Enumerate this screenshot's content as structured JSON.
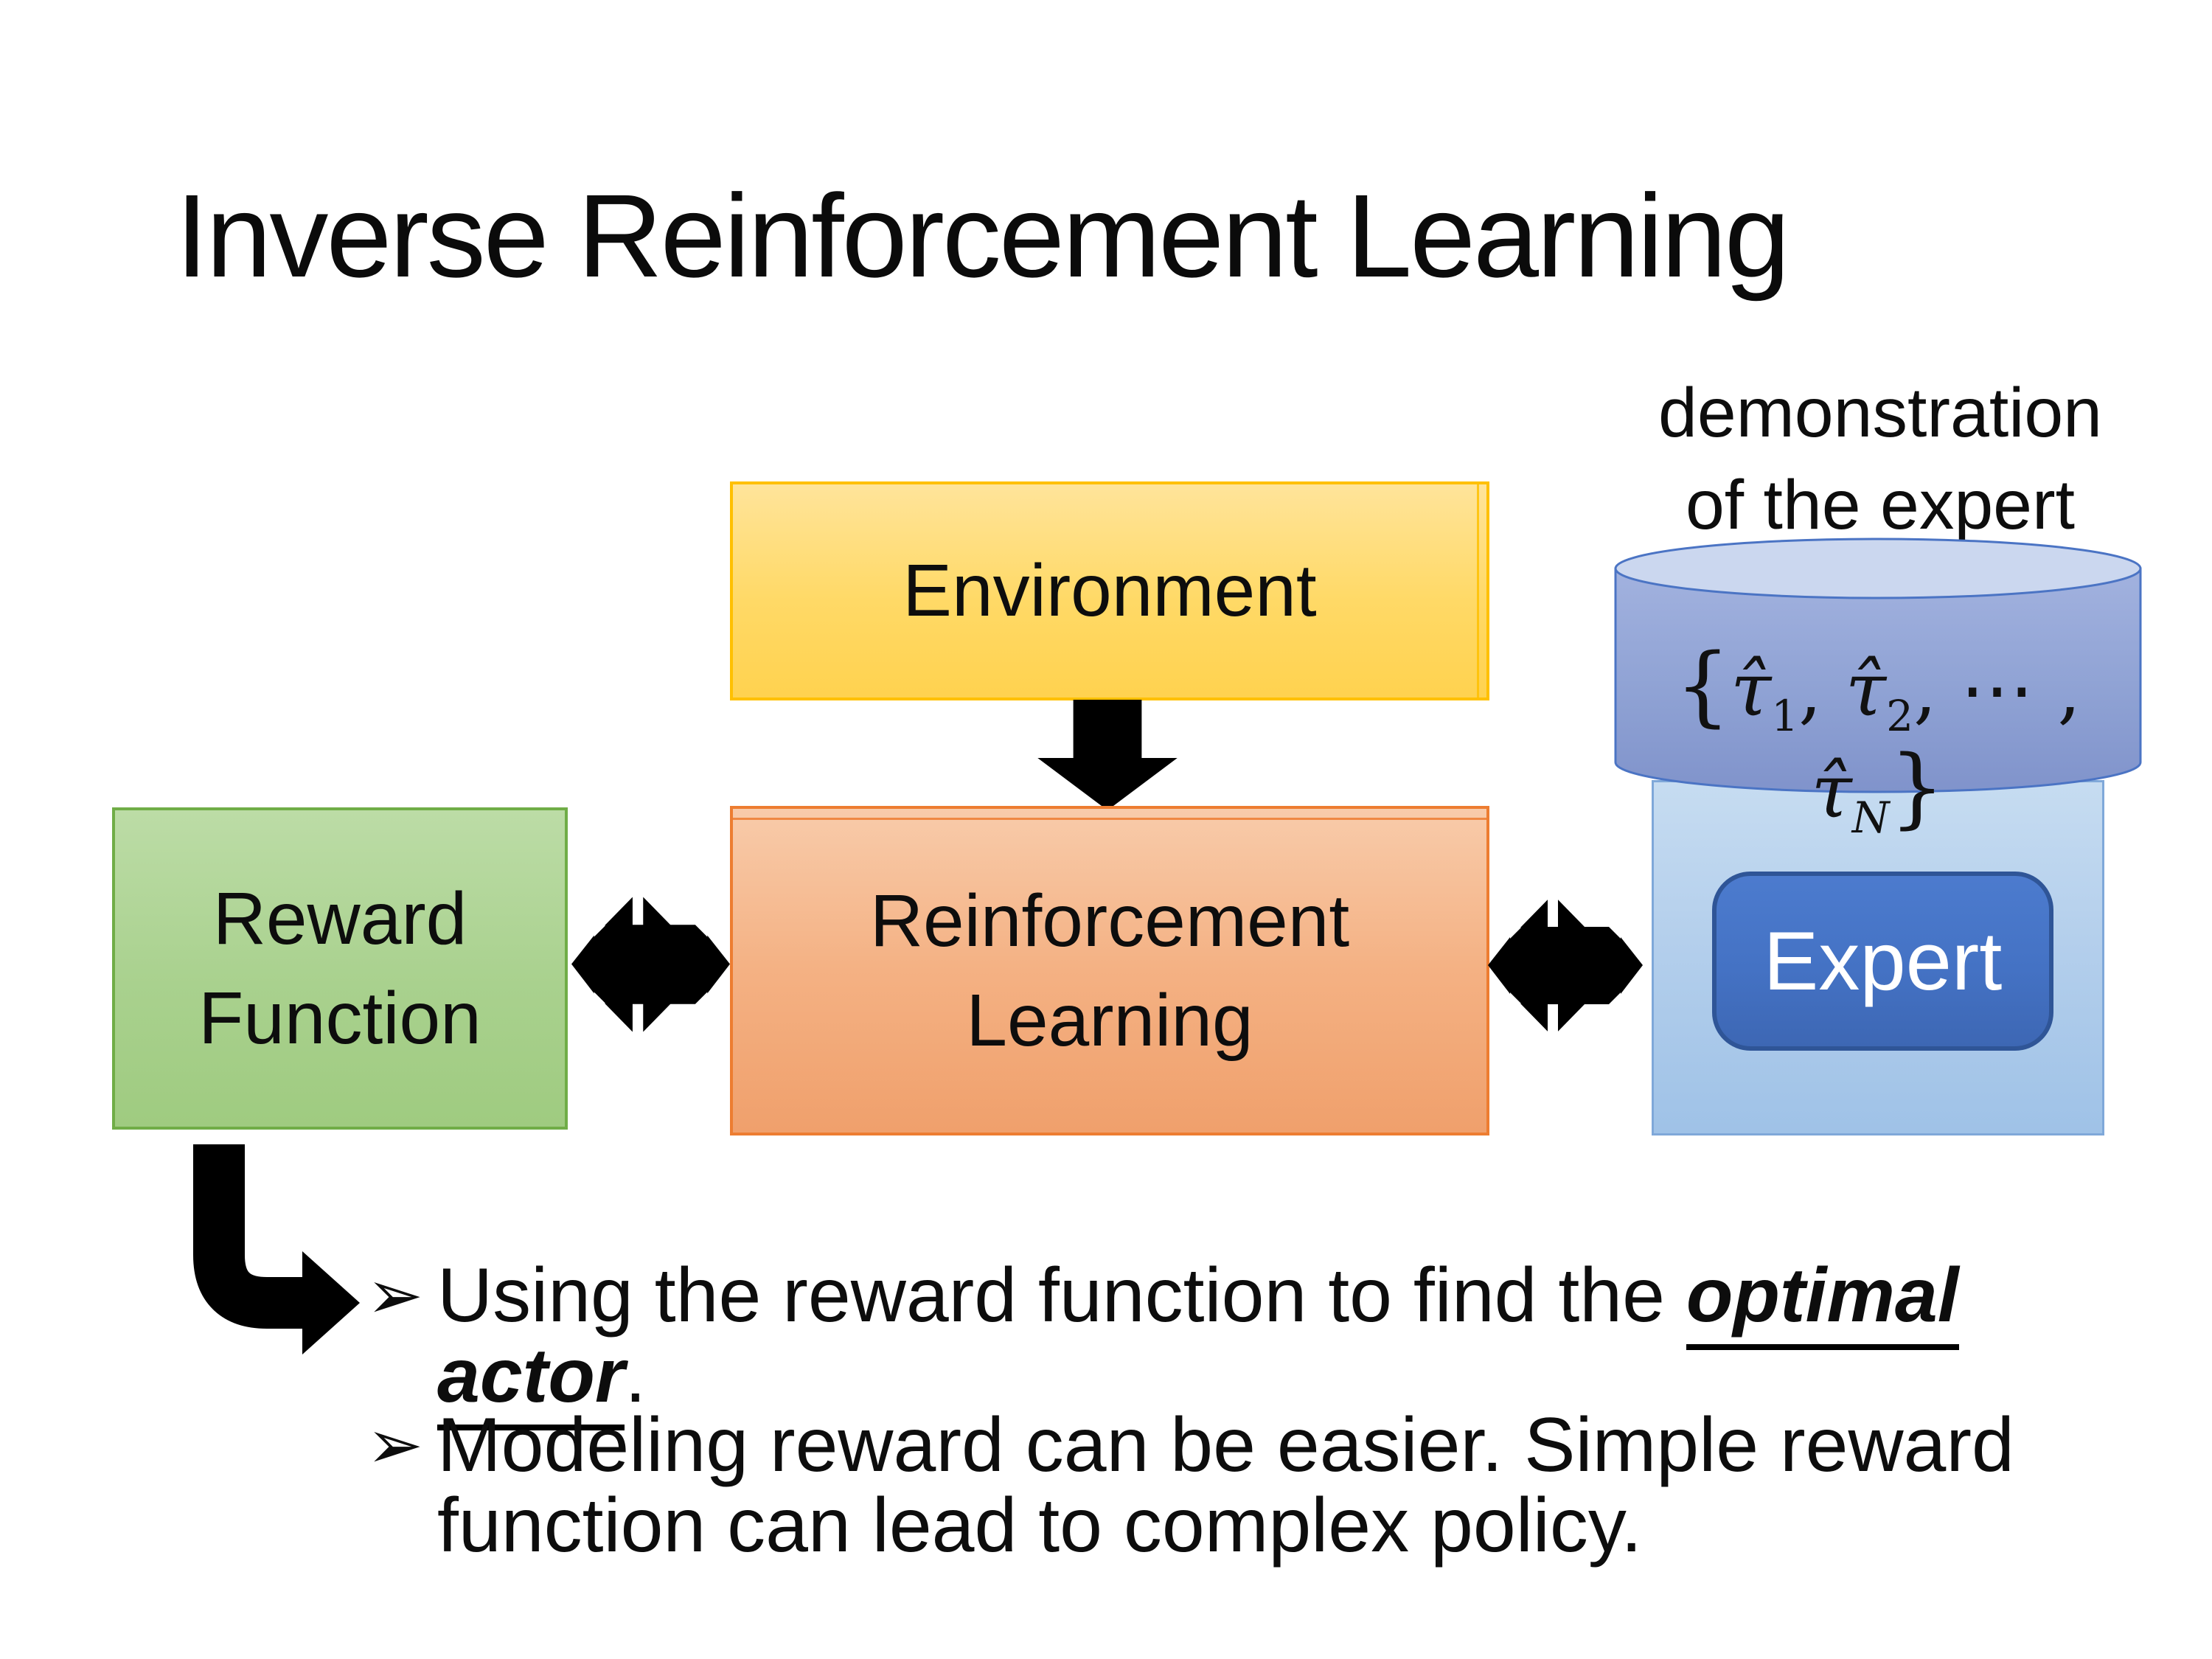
{
  "slide": {
    "title": "Inverse Reinforcement Learning",
    "annotation": {
      "line1": "demonstration",
      "line2": "of the expert"
    },
    "environment_box": {
      "label": "Environment"
    },
    "reward_box": {
      "line1": "Reward",
      "line2": "Function"
    },
    "rl_box": {
      "line1": "Reinforcement",
      "line2": "Learning"
    },
    "expert_box": {
      "label": "Expert"
    },
    "demonstration_set": {
      "open": "{",
      "tau1": "τ̂",
      "sub1": "1",
      "comma1": ", ",
      "tau2": "τ̂",
      "sub2": "2",
      "dots": ", ⋯ , ",
      "tauN": "τ̂",
      "subN": "N",
      "close": "}"
    },
    "bullets": {
      "glyph": "➢",
      "item1": {
        "pre": "Using the reward function to find the ",
        "emphasis": "optimal actor",
        "post": "."
      },
      "item2": {
        "line1": "Modeling reward can be easier. Simple reward",
        "line2": "function can lead to complex policy."
      }
    },
    "colors": {
      "environment_fill": "#FFD966",
      "environment_border": "#FFC000",
      "reward_fill": "#A9D18E",
      "reward_border": "#70AD47",
      "rl_fill": "#F4B183",
      "rl_border": "#ED7D31",
      "expert_fill": "#4472C4",
      "expert_border": "#2F5597",
      "container_fill": "#BDD7EE",
      "container_border": "#7FA8D9",
      "cylinder_fill": "#8FA2D4",
      "cylinder_top_fill": "#CBD7EF",
      "cylinder_border": "#4472C4",
      "arrow_color": "#000000",
      "text_color": "#0d0d0d"
    }
  }
}
